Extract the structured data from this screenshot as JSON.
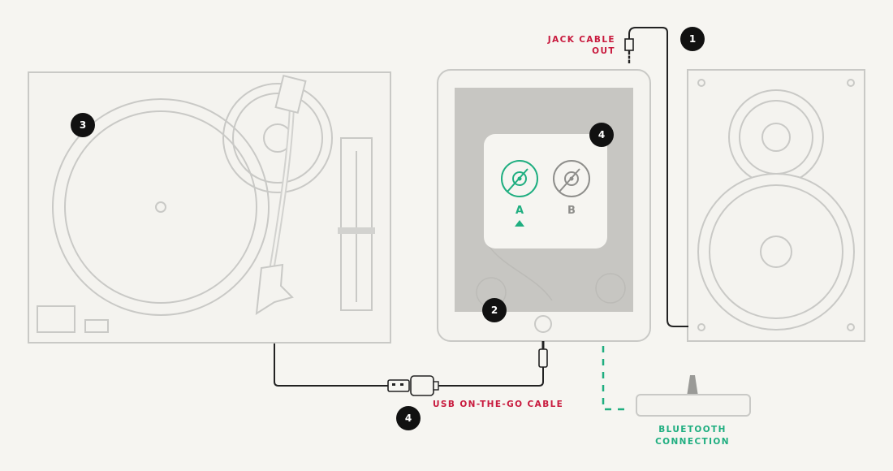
{
  "labels": {
    "jack_line1": "JACK CABLE",
    "jack_line2": "OUT",
    "usb": "USB ON-THE-GO CABLE",
    "bt_line1": "BLUETOOTH",
    "bt_line2": "CONNECTION"
  },
  "badges": {
    "speaker": "1",
    "tablet": "2",
    "turntable": "3",
    "app_popup": "4",
    "usb_cable": "4"
  },
  "app_popup": {
    "deck_a": "A",
    "deck_b": "B"
  },
  "colors": {
    "background": "#f6f5f1",
    "outline": "#c9c9c6",
    "accent_red": "#c8193d",
    "accent_green": "#1fae80",
    "badge": "#111111",
    "cable": "#222222"
  }
}
